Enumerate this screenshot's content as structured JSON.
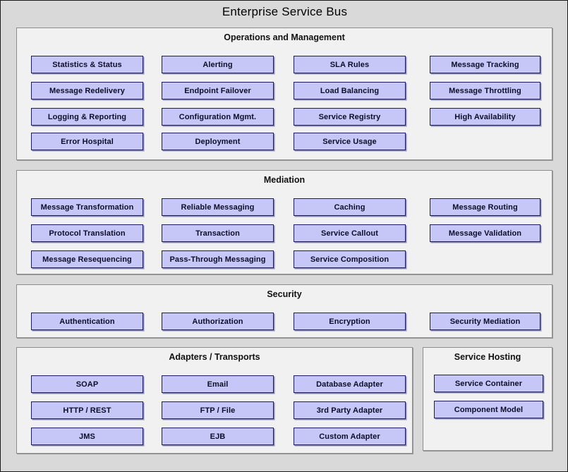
{
  "title": "Enterprise Service Bus",
  "colors": {
    "canvas_background": "#d9d9d9",
    "panel_background": "#f1f1f1",
    "panel_border": "#8d8d8d",
    "node_fill": "#c6c6f7",
    "node_border": "#1b1b5e",
    "node_text": "#0d0d2b",
    "title_text": "#000000"
  },
  "panels": [
    {
      "id": "operations-and-management",
      "title": "Operations and Management",
      "columns": 4,
      "nodes": [
        "Statistics & Status",
        "Alerting",
        "SLA Rules",
        "Message Tracking",
        "Message Redelivery",
        "Endpoint Failover",
        "Load Balancing",
        "Message Throttling",
        "Logging & Reporting",
        "Configuration Mgmt.",
        "Service Registry",
        "High Availability",
        "Error Hospital",
        "Deployment",
        "Service Usage"
      ]
    },
    {
      "id": "mediation",
      "title": "Mediation",
      "columns": 4,
      "nodes": [
        "Message Transformation",
        "Reliable Messaging",
        "Caching",
        "Message Routing",
        "Protocol Translation",
        "Transaction",
        "Service Callout",
        "Message Validation",
        "Message Resequencing",
        "Pass-Through Messaging",
        "Service Composition"
      ]
    },
    {
      "id": "security",
      "title": "Security",
      "columns": 4,
      "nodes": [
        "Authentication",
        "Authorization",
        "Encryption",
        "Security Mediation"
      ]
    },
    {
      "id": "adapters-transports",
      "title": "Adapters / Transports",
      "columns": 3,
      "nodes": [
        "SOAP",
        "Email",
        "Database Adapter",
        "HTTP / REST",
        "FTP / File",
        "3rd Party Adapter",
        "JMS",
        "EJB",
        "Custom Adapter"
      ]
    },
    {
      "id": "service-hosting",
      "title": "Service Hosting",
      "columns": 1,
      "nodes": [
        "Service Container",
        "Component  Model"
      ]
    }
  ]
}
